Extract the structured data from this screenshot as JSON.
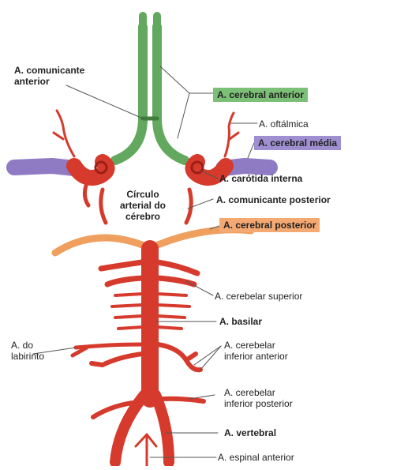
{
  "labels": {
    "comunicante_anterior_1": "A. comunicante",
    "comunicante_anterior_2": "anterior",
    "cerebral_anterior": "A. cerebral anterior",
    "oftalmica": "A. oftálmica",
    "cerebral_media": "A. cerebral média",
    "circulo_1": "Círculo",
    "circulo_2": "arterial do",
    "circulo_3": "cérebro",
    "carotida_interna": "A. carótida interna",
    "comunicante_posterior": "A. comunicante posterior",
    "cerebral_posterior": "A. cerebral posterior",
    "cerebelar_superior": "A. cerebelar superior",
    "basilar": "A. basilar",
    "labirinto_1": "A. do",
    "labirinto_2": "labirinto",
    "cerebelar_inf_ant_1": "A. cerebelar",
    "cerebelar_inf_ant_2": "inferior anterior",
    "cerebelar_inf_post_1": "A. cerebelar",
    "cerebelar_inf_post_2": "inferior posterior",
    "vertebral": "A. vertebral",
    "espinal_anterior": "A. espinal anterior"
  },
  "colors": {
    "artery_red": "#d63a2c",
    "artery_dark": "#9c1f17",
    "anterior_green": "#62a85e",
    "green_box": "#7cc077",
    "media_purple": "#8e7bc4",
    "purple_box": "#9f8fd0",
    "posterior_orange": "#f0a05e",
    "orange_box": "#f4a872",
    "leader_line": "#555555"
  }
}
